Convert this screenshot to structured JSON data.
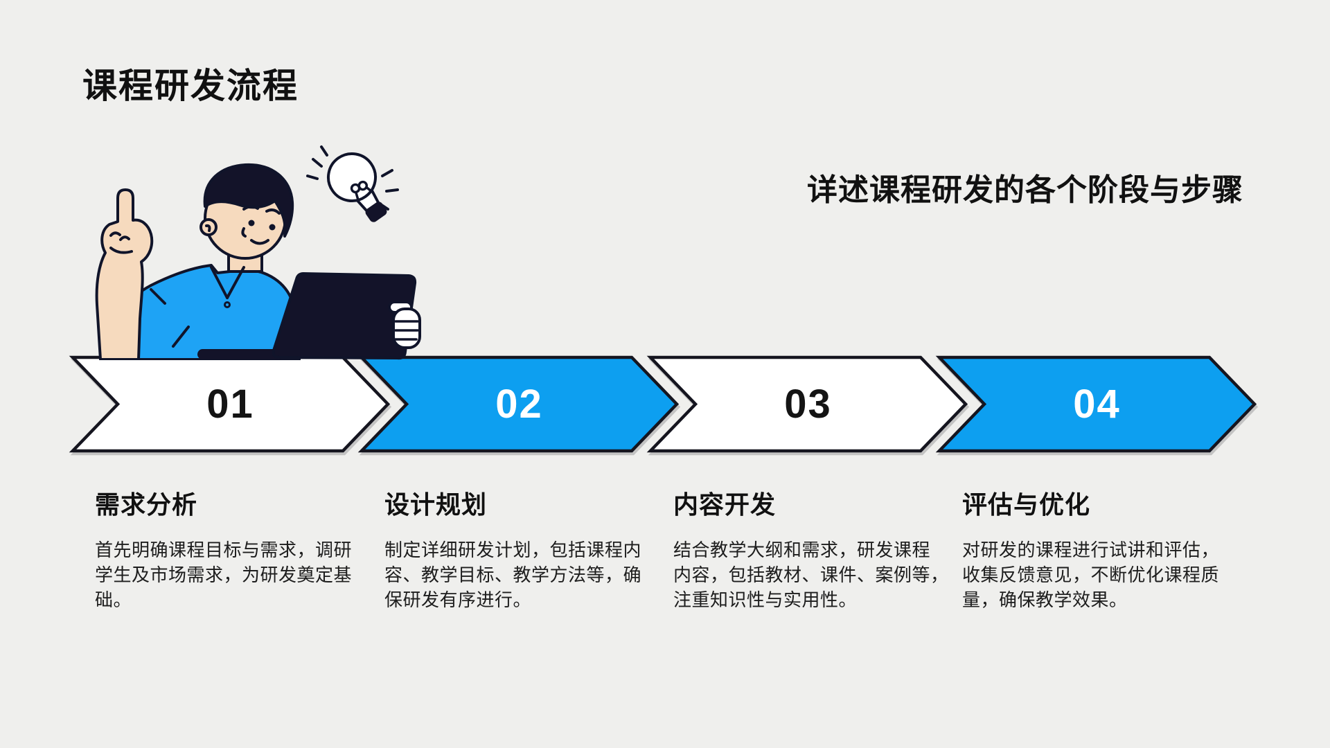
{
  "slide": {
    "background_color": "#EFEFED",
    "accent_color": "#0D9FF0",
    "outline_color": "#15151F",
    "title": "课程研发流程",
    "subtitle": "详述课程研发的各个阶段与步骤",
    "illustration_icon": "person-pointing-up-with-laptop-and-lightbulb-icon",
    "steps": [
      {
        "number": "01",
        "variant": "white",
        "heading": "需求分析",
        "body_lines": [
          "首先明确课程目标与需求，调研",
          "学生及市场需求，为研发奠定基",
          "础。"
        ]
      },
      {
        "number": "02",
        "variant": "blue",
        "heading": "设计规划",
        "body_lines": [
          "制定详细研发计划，包括课程内",
          "容、教学目标、教学方法等，确",
          "保研发有序进行。"
        ]
      },
      {
        "number": "03",
        "variant": "white",
        "heading": "内容开发",
        "body_lines": [
          "结合教学大纲和需求，研发课程",
          "内容，包括教材、课件、案例等，",
          "注重知识性与实用性。"
        ]
      },
      {
        "number": "04",
        "variant": "blue",
        "heading": "评估与优化",
        "body_lines": [
          "对研发的课程进行试讲和评估，",
          "收集反馈意见，不断优化课程质",
          "量，确保教学效果。"
        ]
      }
    ]
  }
}
